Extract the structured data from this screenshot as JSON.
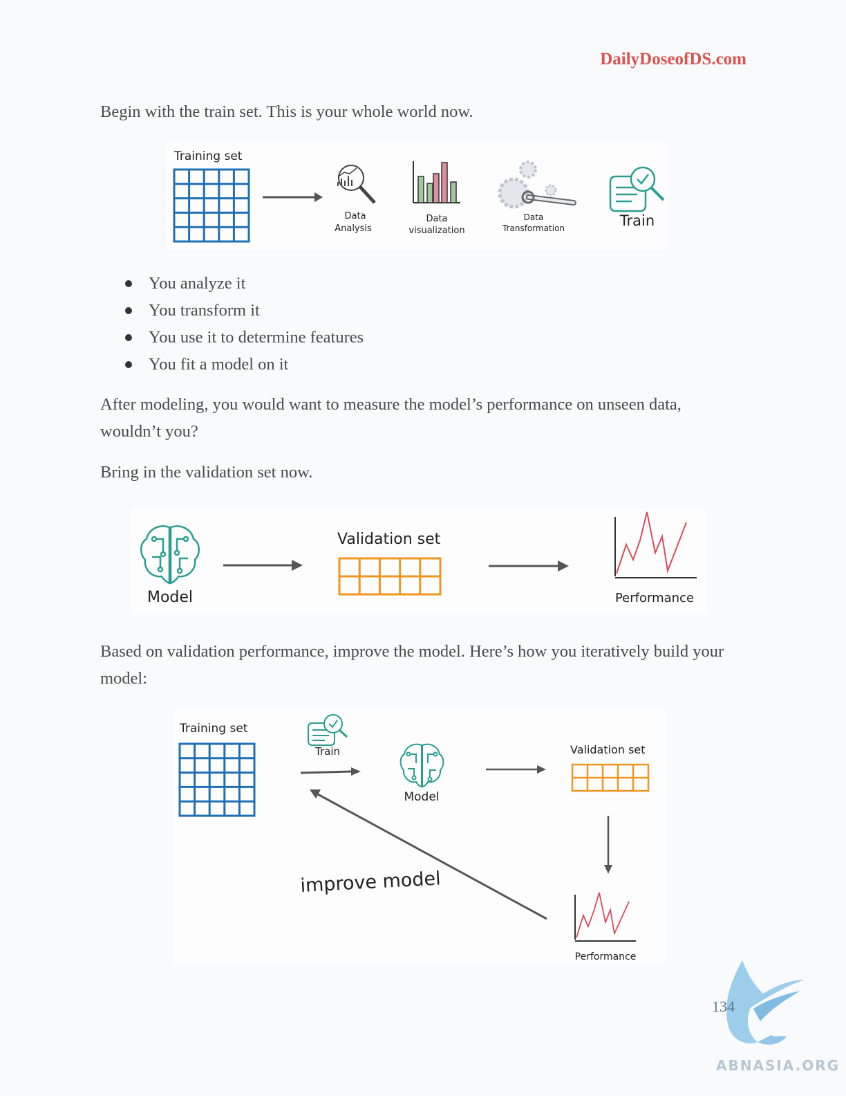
{
  "header": {
    "site": "DailyDoseofDS.com"
  },
  "paragraphs": {
    "intro": "Begin with the train set. This is your whole world now.",
    "after_modeling": "After modeling, you would want to measure the model’s performance on unseen data, wouldn’t you?",
    "bring_in": "Bring in the validation set now.",
    "based_on": "Based on validation performance, improve the model. Here’s how you iteratively build your model:"
  },
  "bullets": [
    "You analyze it",
    "You transform it",
    "You use it to determine features",
    "You fit a model on it"
  ],
  "figure1": {
    "training_label": "Training set",
    "analysis_label_1": "Data",
    "analysis_label_2": "Analysis",
    "viz_label_1": "Data",
    "viz_label_2": "visualization",
    "transform_label_1": "Data",
    "transform_label_2": "Transformation",
    "train_label": "Train"
  },
  "figure2": {
    "model_label": "Model",
    "validation_label": "Validation set",
    "performance_label": "Performance"
  },
  "figure3": {
    "training_label": "Training set",
    "train_label": "Train",
    "model_label": "Model",
    "validation_label": "Validation set",
    "performance_label": "Performance",
    "improve_label": "improve model"
  },
  "footer": {
    "page_number": "134",
    "watermark": "ABNASIA.ORG"
  },
  "colors": {
    "blue_grid": "#1f6fb5",
    "orange_grid": "#f0961e",
    "teal_icon": "#2a9d8f",
    "perf_line": "#d94b56",
    "header_red": "#d9544f"
  }
}
